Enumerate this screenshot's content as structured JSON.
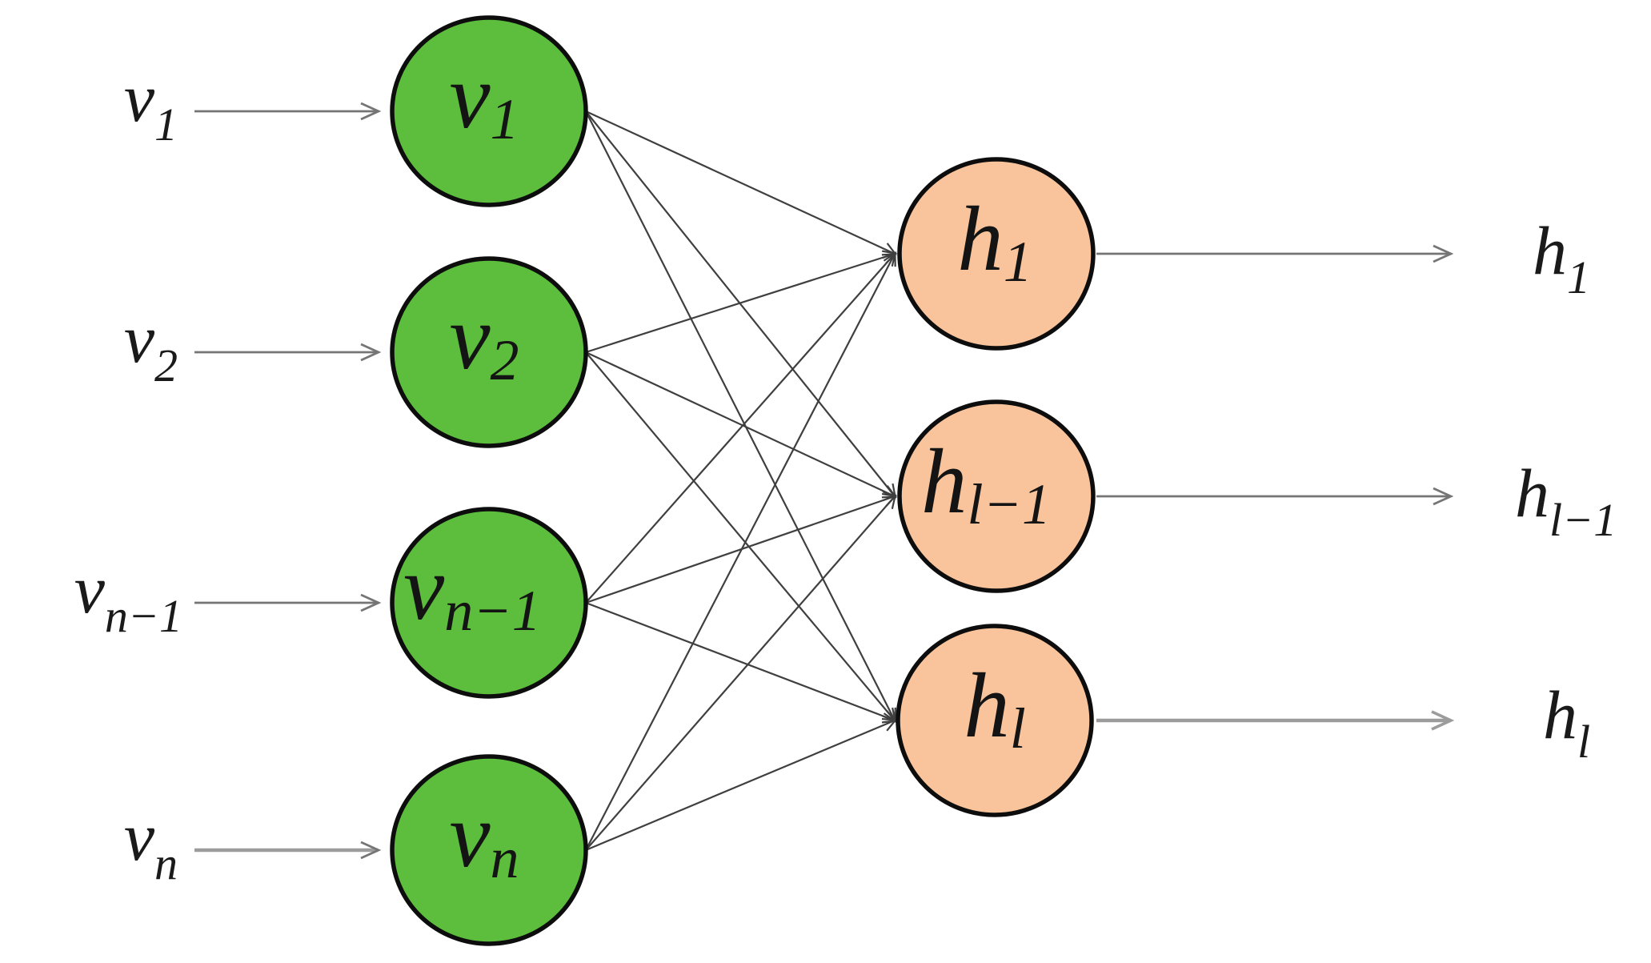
{
  "diagram": {
    "kind": "bipartite-neural-network",
    "background": "#ffffff",
    "colors": {
      "visible_fill": "#5cbe3c",
      "hidden_fill": "#f9c49b",
      "node_border": "#0d0d0d",
      "edge_line": "#3f3f3f",
      "io_arrow": "#757575",
      "io_arrow_light": "#9c9c9c"
    },
    "visible_layer": {
      "nodes": [
        {
          "id": "v1",
          "label": {
            "base": "v",
            "sub": "1"
          }
        },
        {
          "id": "v2",
          "label": {
            "base": "v",
            "sub": "2"
          }
        },
        {
          "id": "vn-1",
          "label": {
            "base": "v",
            "sub": "n−1"
          }
        },
        {
          "id": "vn",
          "label": {
            "base": "v",
            "sub": "n"
          }
        }
      ]
    },
    "hidden_layer": {
      "nodes": [
        {
          "id": "h1",
          "label": {
            "base": "h",
            "sub": "1"
          }
        },
        {
          "id": "hl-1",
          "label": {
            "base": "h",
            "sub": "l−1"
          }
        },
        {
          "id": "hl",
          "label": {
            "base": "h",
            "sub": "l"
          }
        }
      ]
    },
    "inputs": [
      {
        "base": "v",
        "sub": "1"
      },
      {
        "base": "v",
        "sub": "2"
      },
      {
        "base": "v",
        "sub": "n−1"
      },
      {
        "base": "v",
        "sub": "n"
      }
    ],
    "outputs": [
      {
        "base": "h",
        "sub": "1"
      },
      {
        "base": "h",
        "sub": "l−1"
      },
      {
        "base": "h",
        "sub": "l"
      }
    ],
    "edges": [
      [
        "v1",
        "h1"
      ],
      [
        "v1",
        "hl-1"
      ],
      [
        "v1",
        "hl"
      ],
      [
        "v2",
        "h1"
      ],
      [
        "v2",
        "hl-1"
      ],
      [
        "v2",
        "hl"
      ],
      [
        "vn-1",
        "h1"
      ],
      [
        "vn-1",
        "hl-1"
      ],
      [
        "vn-1",
        "hl"
      ],
      [
        "vn",
        "h1"
      ],
      [
        "vn",
        "hl-1"
      ],
      [
        "vn",
        "hl"
      ]
    ]
  }
}
